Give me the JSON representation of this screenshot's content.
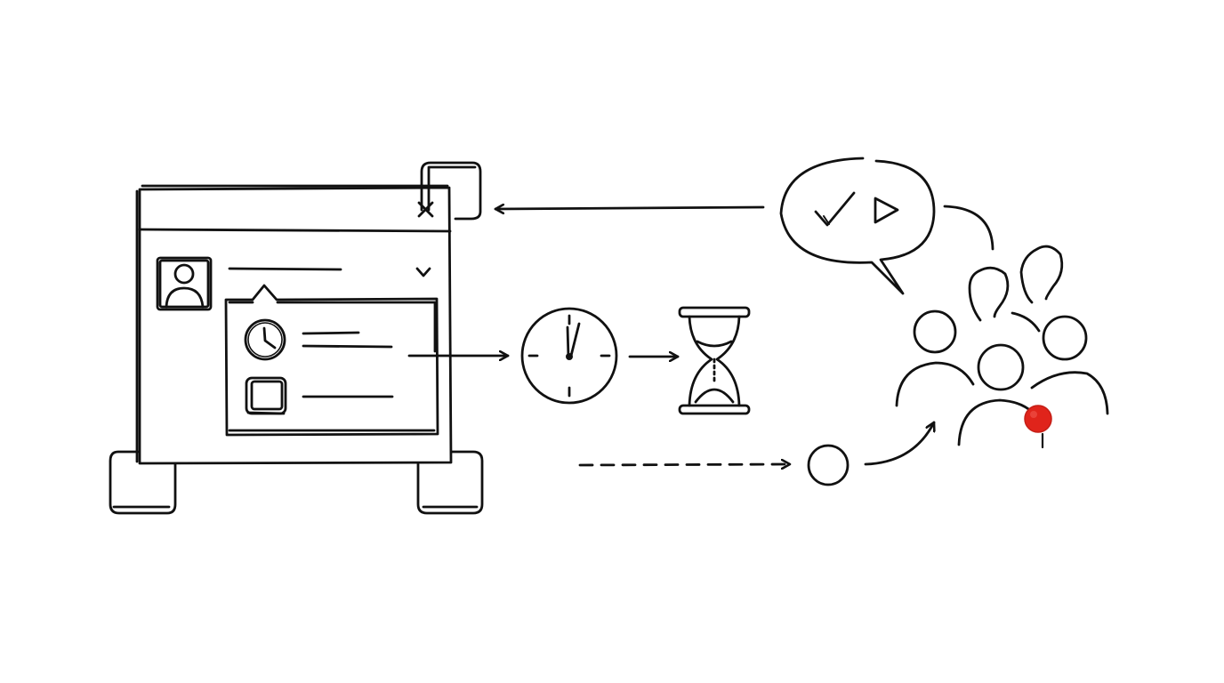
{
  "colors": {
    "ink": "#111111",
    "background": "#ffffff",
    "accent": "#e0241b"
  },
  "icons": [
    "window-frame",
    "close-icon",
    "avatar-icon",
    "chevron-down-icon",
    "clock-icon",
    "checkbox-icon",
    "wall-clock-icon",
    "hourglass-icon",
    "speech-bubble-icon",
    "checkmark-icon",
    "play-icon",
    "people-group-icon",
    "red-dot-marker"
  ],
  "flows": [
    {
      "from": "dropdown-panel",
      "to": "wall-clock",
      "style": "solid"
    },
    {
      "from": "wall-clock",
      "to": "hourglass",
      "style": "solid"
    },
    {
      "from": "speech-bubble",
      "to": "window",
      "style": "solid"
    },
    {
      "from": "start",
      "to": "waypoint-circle",
      "style": "dashed"
    },
    {
      "from": "waypoint-circle",
      "to": "people-group",
      "style": "solid"
    }
  ]
}
